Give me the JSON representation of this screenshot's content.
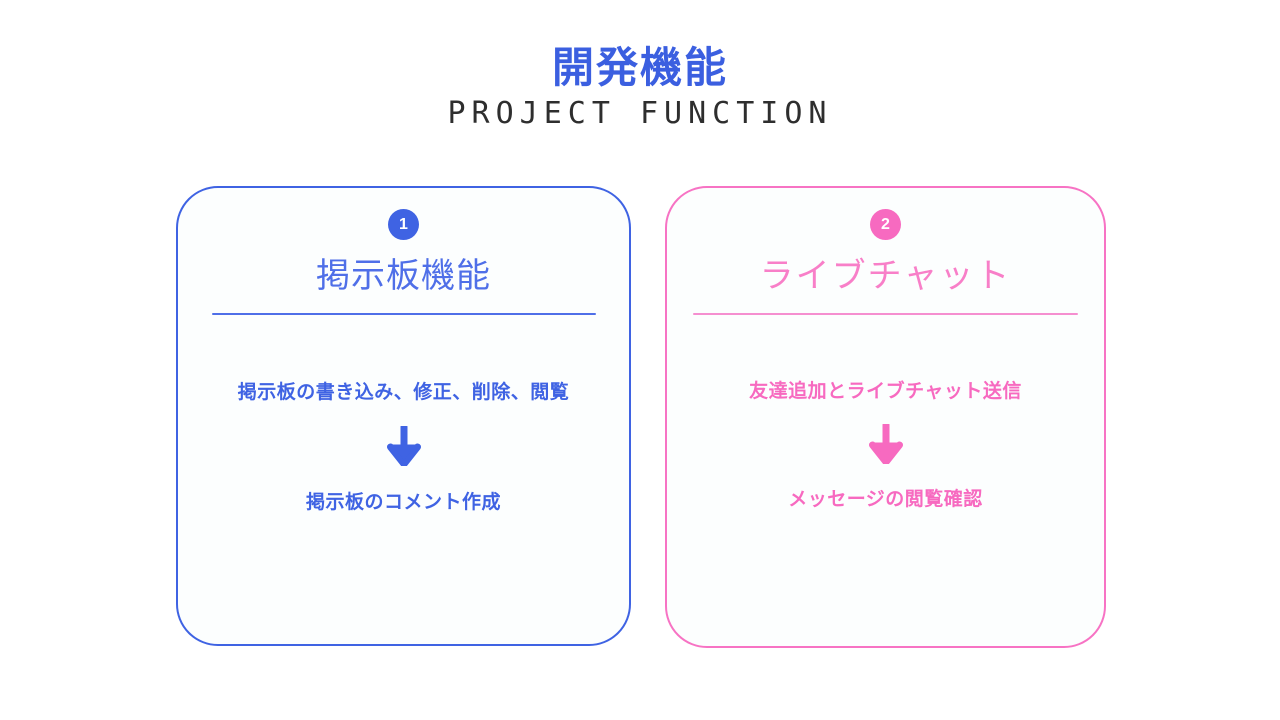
{
  "header": {
    "title_ja": "開発機能",
    "title_en": "PROJECT FUNCTION",
    "title_color": "#3b5fe0",
    "subtitle_color": "#2e2e2e"
  },
  "cards": [
    {
      "badge": "1",
      "title": "掲示板機能",
      "steps": [
        "掲示板の書き込み、修正、削除、閲覧",
        "掲示板のコメント作成"
      ],
      "arrow_icon": "down-arrow-icon",
      "accent_color": "#3f63e3",
      "title_color": "#4f6fe8",
      "border_color": "#3f63e3"
    },
    {
      "badge": "2",
      "title": "ライブチャット",
      "steps": [
        "友達追加とライブチャット送信",
        "メッセージの閲覧確認"
      ],
      "arrow_icon": "down-arrow-icon",
      "accent_color": "#f76ac0",
      "title_color": "#f87fc8",
      "border_color": "#f773c4"
    }
  ]
}
